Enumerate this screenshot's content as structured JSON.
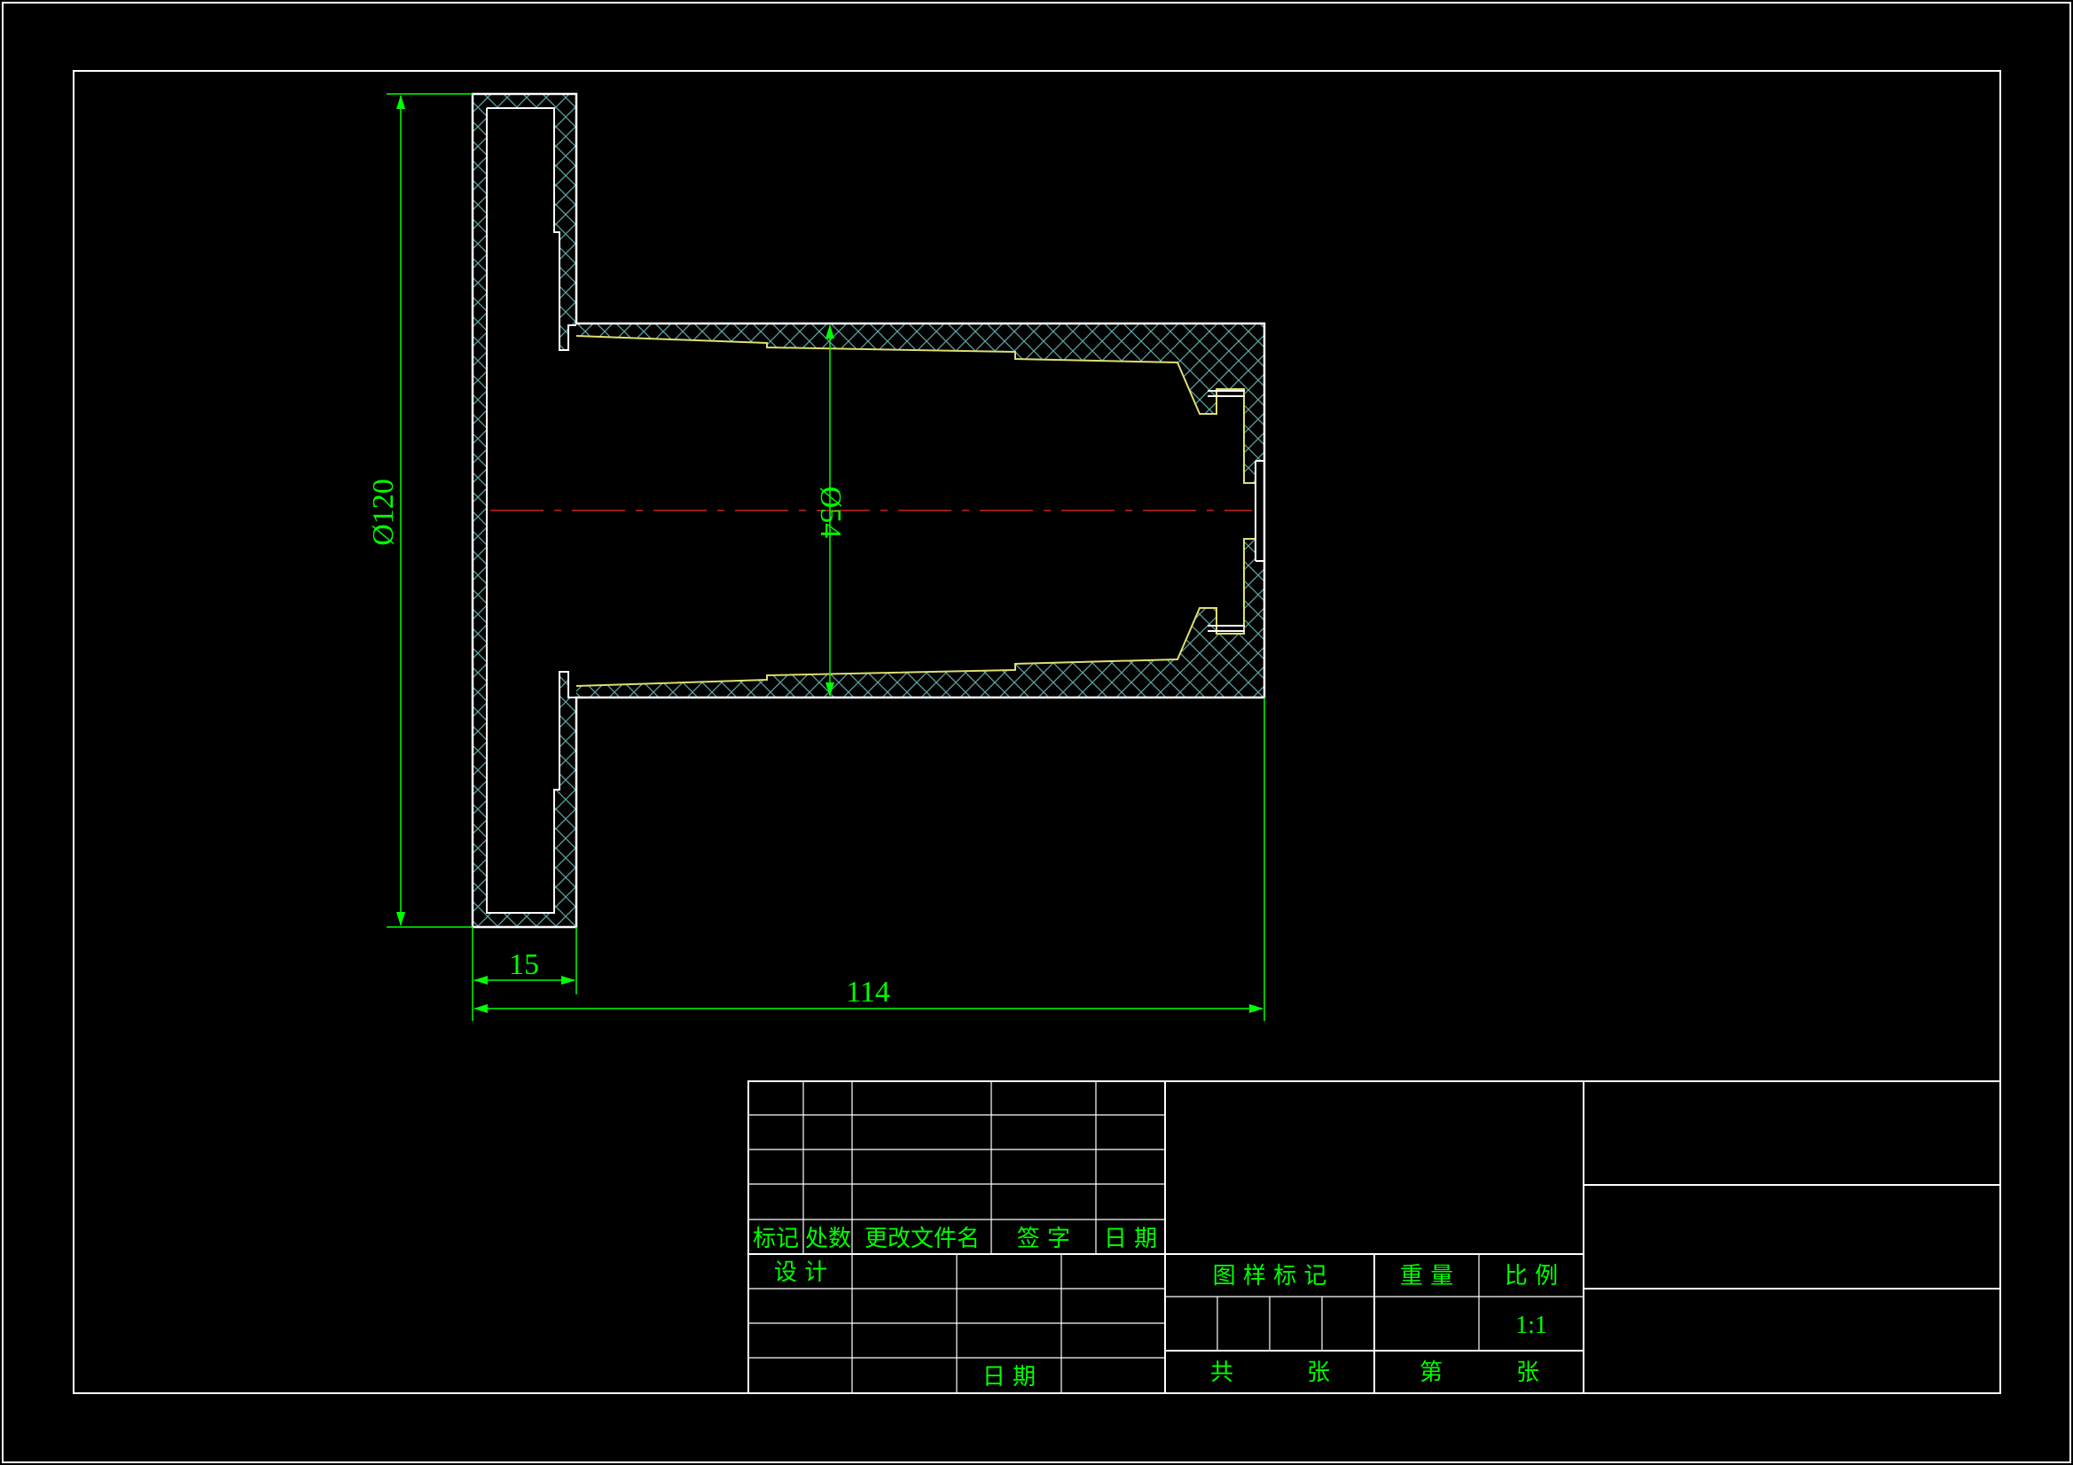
{
  "colors": {
    "background": "#000000",
    "outline": "#ffffff",
    "dimension": "#00ff00",
    "hatch": "#5fa0a0",
    "centerline": "#cc2222",
    "inner_edge": "#dede70"
  },
  "dimensions": {
    "flange_diameter": "Ø120",
    "bore_diameter": "Ø54",
    "flange_thickness": "15",
    "overall_length": "114"
  },
  "title_block": {
    "revision_headers": {
      "mark": "标记",
      "count": "处数",
      "change_doc": "更改文件名",
      "signature": "签 字",
      "date": "日 期"
    },
    "design_label": "设 计",
    "date_label": "日 期",
    "drawing_mark_label": "图 样 标 记",
    "weight_label": "重 量",
    "scale_label": "比 例",
    "scale_value": "1:1",
    "total_label": "共",
    "sheet_unit_1": "张",
    "sheet_no_label": "第",
    "sheet_unit_2": "张"
  }
}
